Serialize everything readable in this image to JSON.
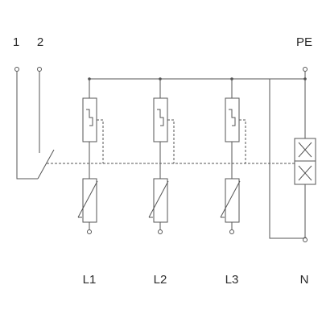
{
  "labels": {
    "contact_1": "1",
    "contact_2": "2",
    "pe": "PE",
    "l1": "L1",
    "l2": "L2",
    "l3": "L3",
    "n": "N"
  },
  "colors": {
    "line": "#555555",
    "text": "#2b2b2b",
    "background": "#ffffff"
  }
}
